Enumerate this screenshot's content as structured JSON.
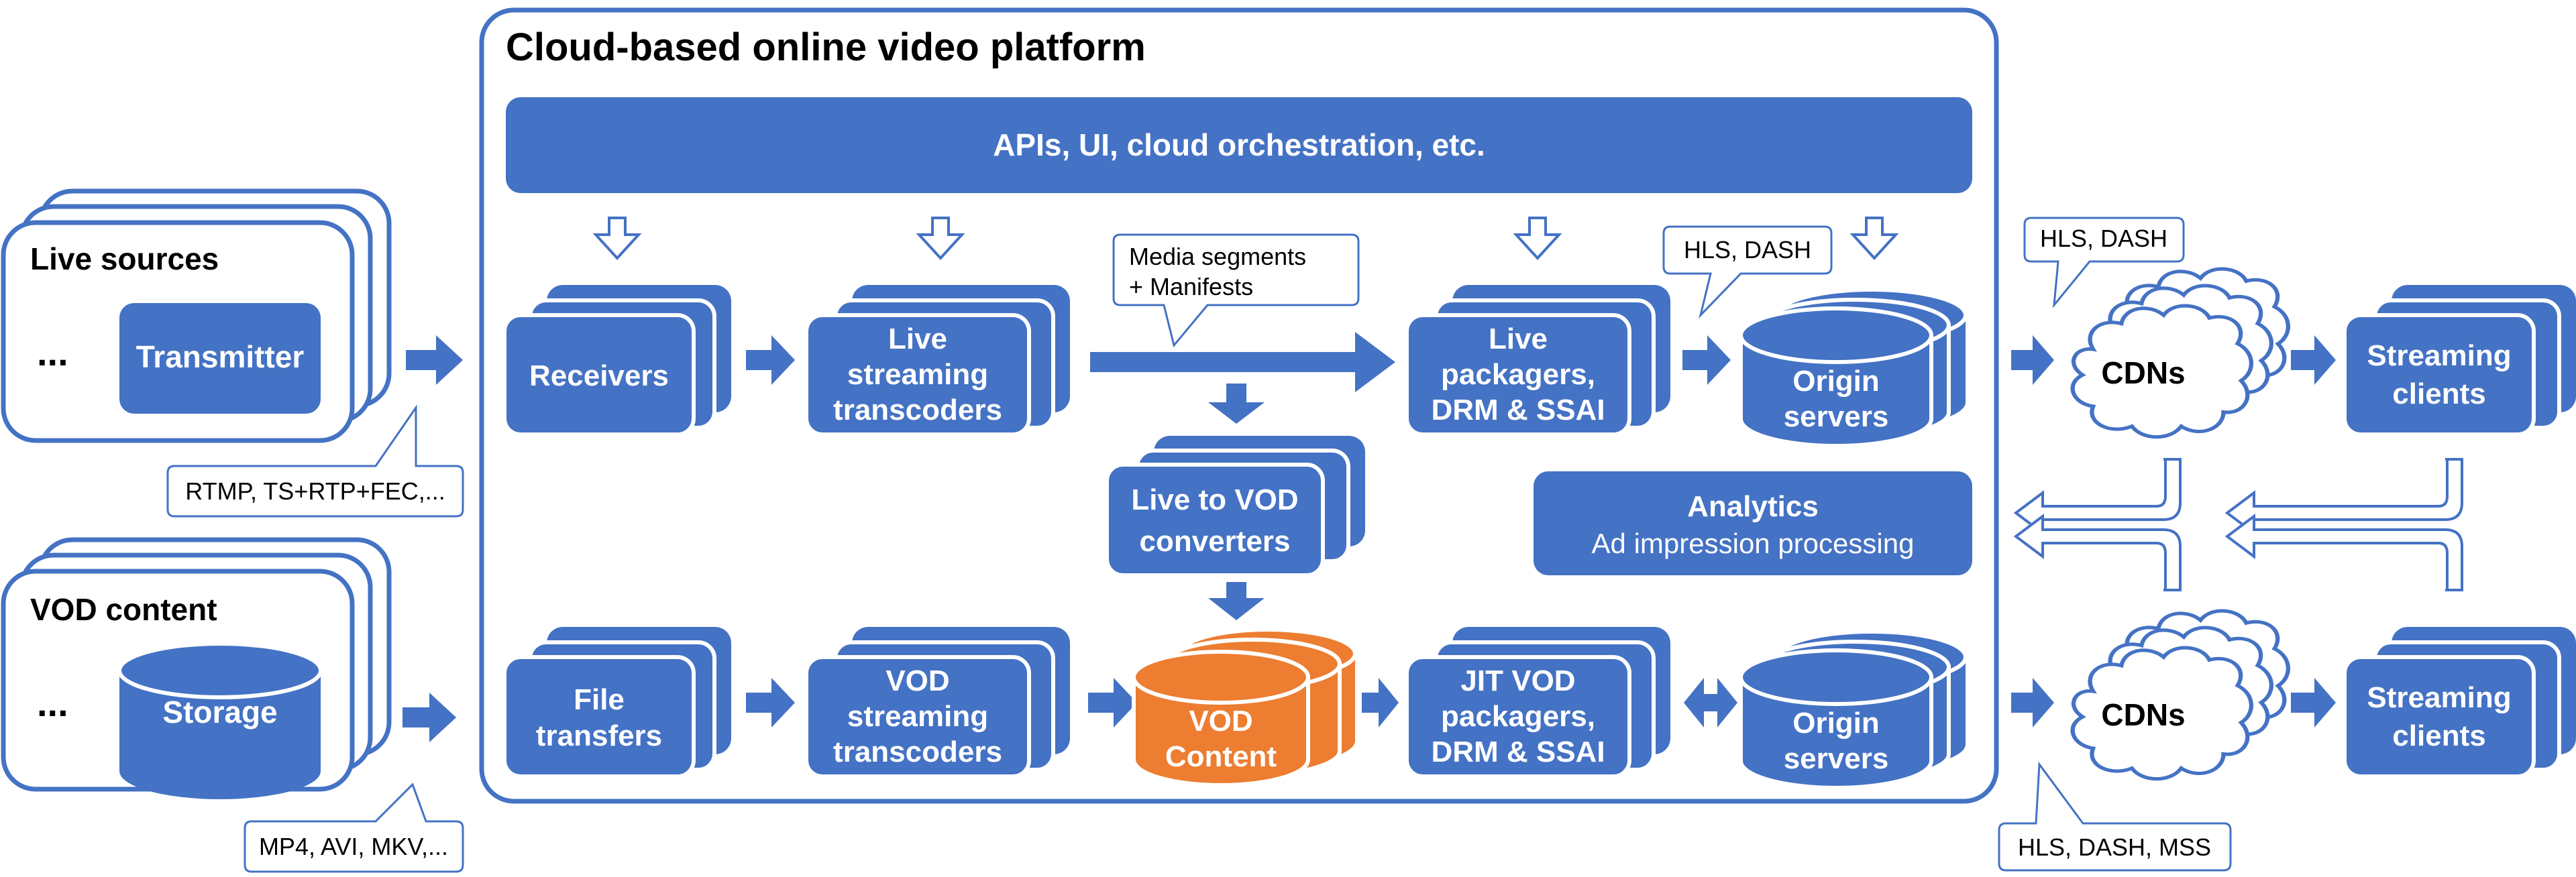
{
  "colors": {
    "primary": "#4472C4",
    "accent_orange": "#ED7D31",
    "text_dark": "#000000",
    "text_light": "#FFFFFF",
    "background": "#FFFFFF"
  },
  "platform": {
    "title": "Cloud-based online video platform",
    "api_bar": "APIs, UI, cloud orchestration, etc."
  },
  "sources": {
    "live": {
      "title": "Live sources",
      "ellipsis": "...",
      "component": "Transmitter",
      "callout": "RTMP, TS+RTP+FEC,..."
    },
    "vod": {
      "title": "VOD content",
      "ellipsis": "...",
      "component": "Storage",
      "callout": "MP4, AVI, MKV,..."
    }
  },
  "live_row": {
    "receivers": [
      "Receivers"
    ],
    "transcoders": [
      "Live",
      "streaming",
      "transcoders"
    ],
    "segments_callout": [
      "Media segments",
      "+ Manifests"
    ],
    "packagers": [
      "Live",
      "packagers,",
      "DRM & SSAI"
    ],
    "origin_callout": "HLS, DASH",
    "origin": [
      "Origin",
      "servers"
    ],
    "cdn_callout": "HLS, DASH",
    "cdn": "CDNs",
    "clients": [
      "Streaming",
      "clients"
    ]
  },
  "middle": {
    "converters": [
      "Live to VOD",
      "converters"
    ],
    "analytics_title": "Analytics",
    "analytics_subtitle": "Ad impression processing"
  },
  "vod_row": {
    "file_transfers": [
      "File",
      "transfers"
    ],
    "transcoders": [
      "VOD",
      "streaming",
      "transcoders"
    ],
    "vod_content": [
      "VOD",
      "Content"
    ],
    "packagers": [
      "JIT VOD",
      "packagers,",
      "DRM & SSAI"
    ],
    "origin": [
      "Origin",
      "servers"
    ],
    "cdn": "CDNs",
    "cdn_callout": "HLS, DASH, MSS",
    "clients": [
      "Streaming",
      "clients"
    ]
  }
}
